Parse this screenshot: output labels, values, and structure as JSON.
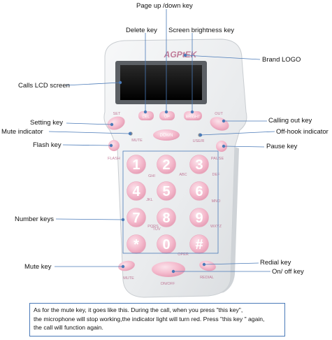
{
  "device": {
    "brand_logo": "AGPtEK",
    "top_keys": [
      "DEL",
      "UP",
      "DOWN",
      "BRIGHT"
    ],
    "set_key": "SET",
    "out_key": "OUT",
    "mute_indicator": "MUTE",
    "use_indicator": "USE/R",
    "flash_key": "FLASH",
    "pause_key": "PAUSE",
    "mute_key": "MUTE",
    "redial_key": "REDIAL",
    "onoff_key": "ON/OFF",
    "keypad": [
      {
        "digit": "1",
        "letters": ""
      },
      {
        "digit": "2",
        "letters": "ABC"
      },
      {
        "digit": "3",
        "letters": "DEF"
      },
      {
        "digit": "4",
        "letters": "GHI"
      },
      {
        "digit": "5",
        "letters": "JKL"
      },
      {
        "digit": "6",
        "letters": "MNO"
      },
      {
        "digit": "7",
        "letters": "PQRS"
      },
      {
        "digit": "8",
        "letters": "TUV"
      },
      {
        "digit": "9",
        "letters": "WXYZ"
      },
      {
        "digit": "*",
        "letters": ""
      },
      {
        "digit": "0",
        "letters": "OPER"
      },
      {
        "digit": "#",
        "letters": ""
      }
    ]
  },
  "labels": {
    "page_key": "Page up /down key",
    "delete_key": "Delete key",
    "brightness_key": "Screen brightness key",
    "brand_logo": "Brand LOGO",
    "lcd_screen": "Calls LCD screen",
    "setting_key": "Setting key",
    "calling_out_key": "Calling out key",
    "mute_indicator": "Mute indicator",
    "offhook_indicator": "Off-hook indicator",
    "flash_key": "Flash key",
    "pause_key": "Pause key",
    "number_keys": "Number keys",
    "mute_key": "Mute key",
    "redial_key": "Redial key",
    "onoff_key": "On/ off key"
  },
  "note": {
    "line1": "As for the mute key, it goes like this. During the call, when you press \"this key\",",
    "line2": "the microphone will stop working,the indicator light will turn red.  Press \"this key \" again,",
    "line3": "the call will function again."
  },
  "colors": {
    "body": "#eef0f2",
    "key_pink": "#f3b7c9",
    "key_text": "#ffffff",
    "label_text": "#c07a98",
    "leader_line": "#4a7ab8"
  }
}
